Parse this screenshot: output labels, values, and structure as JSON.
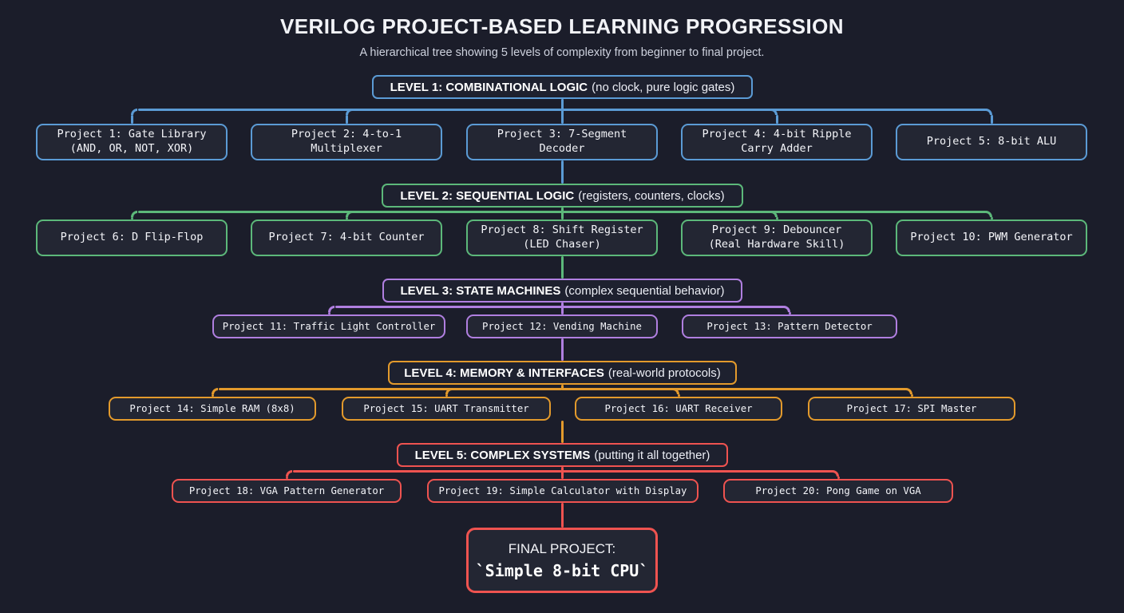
{
  "header": {
    "title": "VERILOG PROJECT-BASED LEARNING PROGRESSION",
    "subtitle": "A hierarchical tree showing 5 levels of complexity from beginner to final project."
  },
  "colors": {
    "background": "#1b1d2a",
    "node_fill": "#232633",
    "level1": "#5b9bd5",
    "level2": "#5cb87a",
    "level3": "#b07fe0",
    "level4": "#e39a2c",
    "level5": "#ef5350",
    "text": "#f4f5f9"
  },
  "levels": [
    {
      "id": "level-1",
      "label": "LEVEL 1: COMBINATIONAL LOGIC",
      "paren": "(no clock, pure logic gates)",
      "color": "#5b9bd5",
      "nodes": [
        {
          "lines": [
            "Project 1: Gate Library",
            "(AND, OR, NOT, XOR)"
          ]
        },
        {
          "lines": [
            "Project 2: 4-to-1 Multiplexer"
          ]
        },
        {
          "lines": [
            "Project 3: 7-Segment Decoder"
          ]
        },
        {
          "lines": [
            "Project 4: 4-bit Ripple",
            "Carry Adder"
          ]
        },
        {
          "lines": [
            "Project 5: 8-bit ALU"
          ]
        }
      ]
    },
    {
      "id": "level-2",
      "label": "LEVEL 2: SEQUENTIAL LOGIC",
      "paren": "(registers, counters, clocks)",
      "color": "#5cb87a",
      "nodes": [
        {
          "lines": [
            "Project 6: D Flip-Flop"
          ]
        },
        {
          "lines": [
            "Project 7: 4-bit Counter"
          ]
        },
        {
          "lines": [
            "Project 8: Shift Register",
            "(LED Chaser)"
          ]
        },
        {
          "lines": [
            "Project 9: Debouncer",
            "(Real Hardware Skill)"
          ]
        },
        {
          "lines": [
            "Project 10: PWM Generator"
          ]
        }
      ]
    },
    {
      "id": "level-3",
      "label": "LEVEL 3: STATE MACHINES",
      "paren": "(complex sequential behavior)",
      "color": "#b07fe0",
      "nodes": [
        {
          "lines": [
            "Project 11: Traffic Light Controller"
          ]
        },
        {
          "lines": [
            "Project 12: Vending Machine"
          ]
        },
        {
          "lines": [
            "Project 13: Pattern Detector"
          ]
        }
      ]
    },
    {
      "id": "level-4",
      "label": "LEVEL 4: MEMORY & INTERFACES",
      "paren": "(real-world protocols)",
      "color": "#e39a2c",
      "nodes": [
        {
          "lines": [
            "Project 14: Simple RAM (8x8)"
          ]
        },
        {
          "lines": [
            "Project 15: UART Transmitter"
          ]
        },
        {
          "lines": [
            "Project 16: UART Receiver"
          ]
        },
        {
          "lines": [
            "Project 17: SPI Master"
          ]
        }
      ]
    },
    {
      "id": "level-5",
      "label": "LEVEL 5: COMPLEX SYSTEMS",
      "paren": "(putting it all together)",
      "color": "#ef5350",
      "nodes": [
        {
          "lines": [
            "Project 18: VGA Pattern Generator"
          ]
        },
        {
          "lines": [
            "Project 19: Simple Calculator with Display"
          ]
        },
        {
          "lines": [
            "Project 20: Pong Game on VGA"
          ]
        }
      ]
    }
  ],
  "final_project": {
    "line1": "FINAL PROJECT:",
    "line2": "`Simple 8-bit CPU`",
    "color": "#ef5350"
  }
}
